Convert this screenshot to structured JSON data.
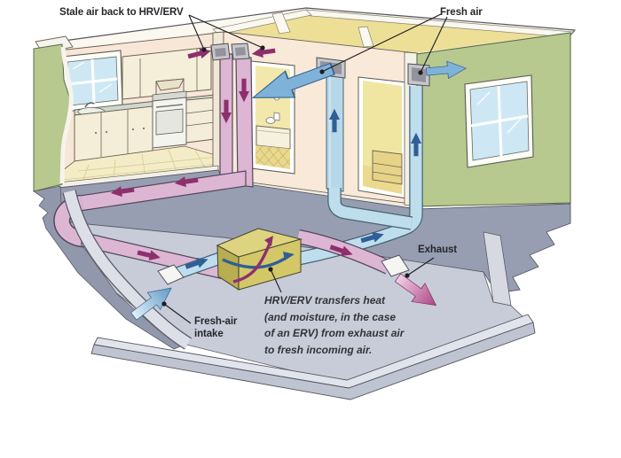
{
  "diagram": {
    "callouts": {
      "stale": "Stale air back to HRV/ERV",
      "fresh": "Fresh air",
      "exhaust": "Exhaust",
      "intake_line1": "Fresh-air",
      "intake_line2": "intake"
    },
    "caption": {
      "line1": "HRV/ERV transfers heat",
      "line2": "(and moisture, in the case",
      "line3": "of an ERV) from exhaust air",
      "line4": "to fresh incoming air."
    },
    "colors": {
      "stale_duct": "#dcb6d3",
      "stale_arrow": "#8e2f6d",
      "fresh_duct": "#bedded",
      "fresh_arrow": "#2f5f96",
      "hrv_box": "#d3c768",
      "exterior_wall_green": "#b7c98e",
      "interior_wall_peach": "#f9e9d8",
      "basement_wall": "#989eb1",
      "basement_floor": "#c8ccd8"
    },
    "icons": {
      "stale_flow": "magenta-flow-arrow",
      "fresh_flow": "blue-flow-arrow"
    }
  }
}
